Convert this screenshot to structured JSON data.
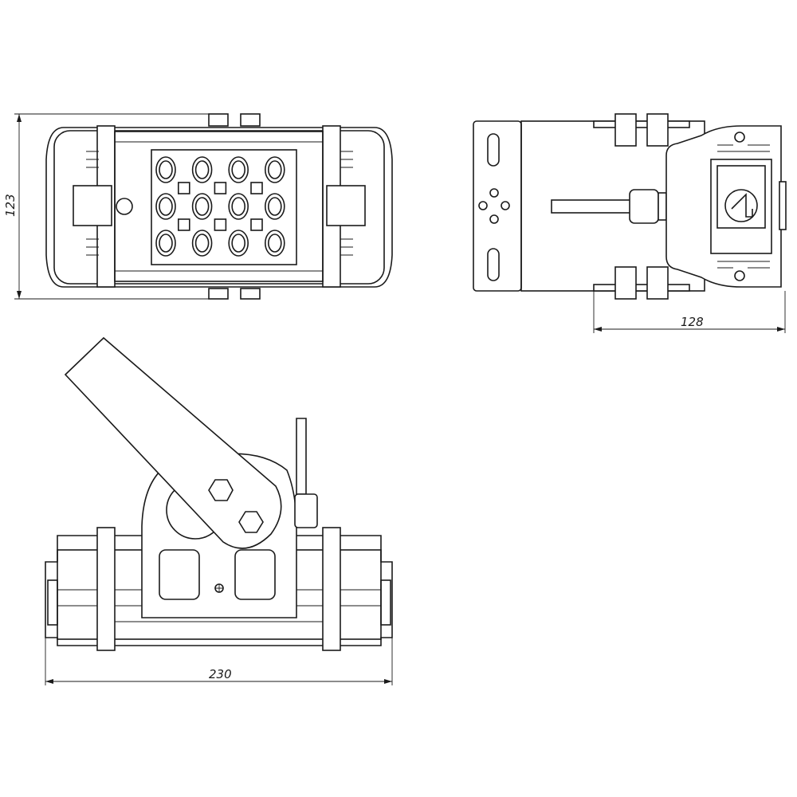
{
  "drawing": {
    "dimensions": {
      "height": "123",
      "depth": "128",
      "width": "230"
    },
    "views": [
      "front-view",
      "side-view",
      "bottom-view"
    ],
    "led_grid": {
      "rows": 3,
      "columns": 4
    }
  }
}
